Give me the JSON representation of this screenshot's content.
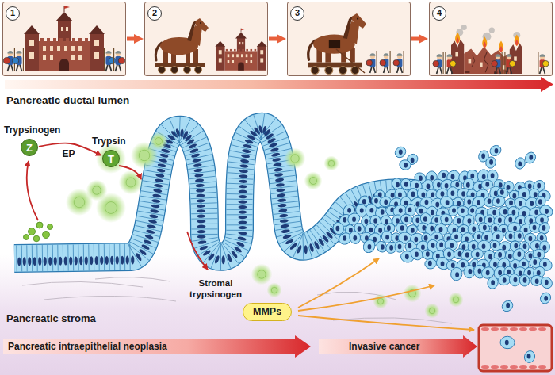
{
  "diagram": {
    "nodes": [
      {
        "text": [
          "1"
        ]
      },
      {
        "text": [
          "2"
        ]
      },
      {
        "text": [
          "3"
        ]
      },
      {
        "text": [
          "4"
        ]
      },
      {
        "text": [
          "Z"
        ]
      },
      {
        "text": [
          "T"
        ]
      },
      {
        "text": [
          "MMPs"
        ]
      }
    ],
    "edges": [
      {
        "from": 0,
        "to": 1,
        "arrow": "to"
      },
      {
        "from": 1,
        "to": 2,
        "arrow": "to"
      },
      {
        "from": 2,
        "to": 3,
        "arrow": "to"
      },
      {
        "from": 4,
        "to": 5,
        "label": "EP",
        "arrow": "to"
      }
    ],
    "labels": [
      "Pancreatic ductal lumen",
      "Trypsinogen",
      "Trypsin",
      "Stromal trypsinogen",
      "Pancreatic stroma",
      "Pancreatic intraepithelial neoplasia",
      "Invasive cancer"
    ]
  }
}
